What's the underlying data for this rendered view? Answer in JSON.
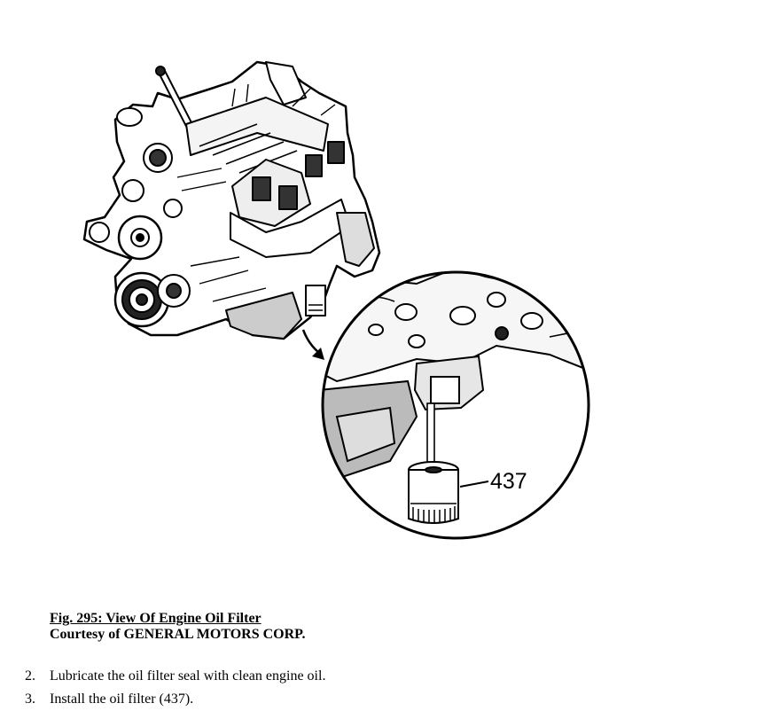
{
  "figure": {
    "callout_number": "437",
    "caption_title": "Fig. 295: View Of Engine Oil Filter",
    "caption_credit": "Courtesy of GENERAL MOTORS CORP."
  },
  "steps": [
    {
      "number": "2.",
      "text": "Lubricate the oil filter seal with clean engine oil."
    },
    {
      "number": "3.",
      "text": "Install the oil filter (437)."
    }
  ]
}
